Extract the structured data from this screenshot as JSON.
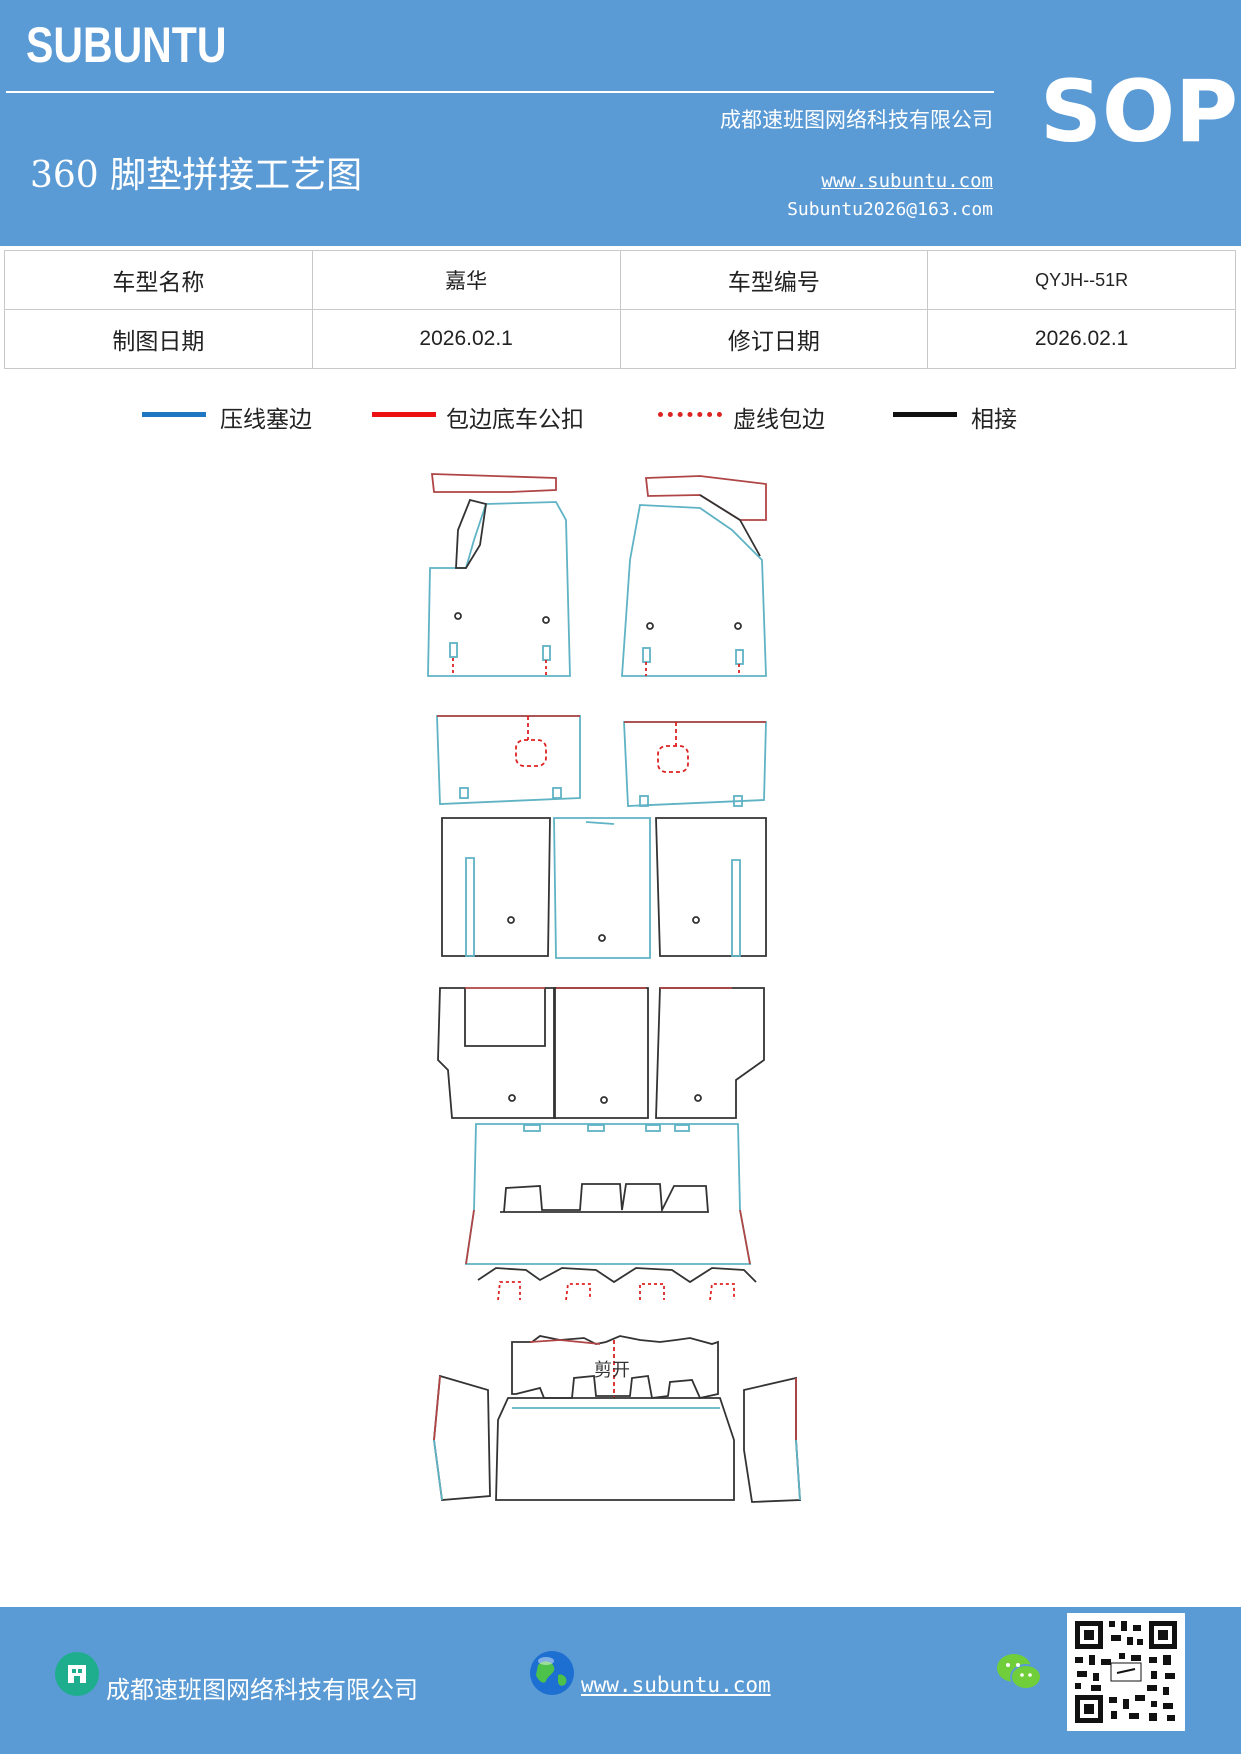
{
  "header": {
    "brand": "SUBUNTU",
    "sop": "SOP",
    "company": "成都速班图网络科技有限公司",
    "title": "360 脚垫拼接工艺图",
    "website": "www.subuntu.com",
    "email": "Subuntu2026@163.com"
  },
  "info_table": {
    "rows": [
      [
        "车型名称",
        "嘉华",
        "车型编号",
        "QYJH--51R"
      ],
      [
        "制图日期",
        "2026.02.1",
        "修订日期",
        "2026.02.1"
      ]
    ]
  },
  "legend": [
    {
      "label": "压线塞边",
      "color": "#1f77c4",
      "style": "solid"
    },
    {
      "label": "包边底车公扣",
      "color": "#ee1111",
      "style": "solid"
    },
    {
      "label": "虚线包边",
      "color": "#dd2222",
      "style": "dotted"
    },
    {
      "label": "相接",
      "color": "#111111",
      "style": "solid"
    }
  ],
  "diagram": {
    "cut_label": "剪开",
    "colors": {
      "press_line": "#5fb3c4",
      "edge_wrap": "#b04545",
      "join": "#333333"
    }
  },
  "footer": {
    "company": "成都速班图网络科技有限公司",
    "website": "www.subuntu.com"
  }
}
